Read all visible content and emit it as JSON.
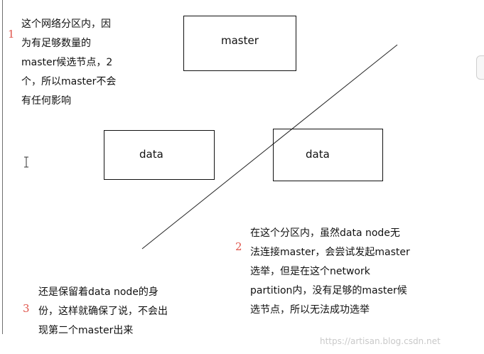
{
  "nodes": {
    "master": "master",
    "data_left": "data",
    "data_right": "data"
  },
  "notes": [
    {
      "number": "1",
      "lines": [
        "这个网络分区内，因",
        "为有足够数量的",
        "master候选节点，2",
        "个，所以master不会",
        "有任何影响"
      ]
    },
    {
      "number": "2",
      "lines": [
        "在这个分区内，虽然data node无",
        "法连接master，会尝试发起master",
        "选举，但是在这个network",
        "partition内，没有足够的master候",
        "选节点，所以无法成功选举"
      ]
    },
    {
      "number": "3",
      "lines": [
        "还是保留着data node的身",
        "份，这样就确保了说，不会出",
        "现第二个master出来"
      ]
    }
  ],
  "watermark": "https://artisan.blog.csdn.net",
  "colors": {
    "number": "#e0554c",
    "text": "#111111",
    "line": "#222222",
    "watermark": "#c9c9c9"
  },
  "icons": {
    "cursor": "text-cursor-icon"
  }
}
